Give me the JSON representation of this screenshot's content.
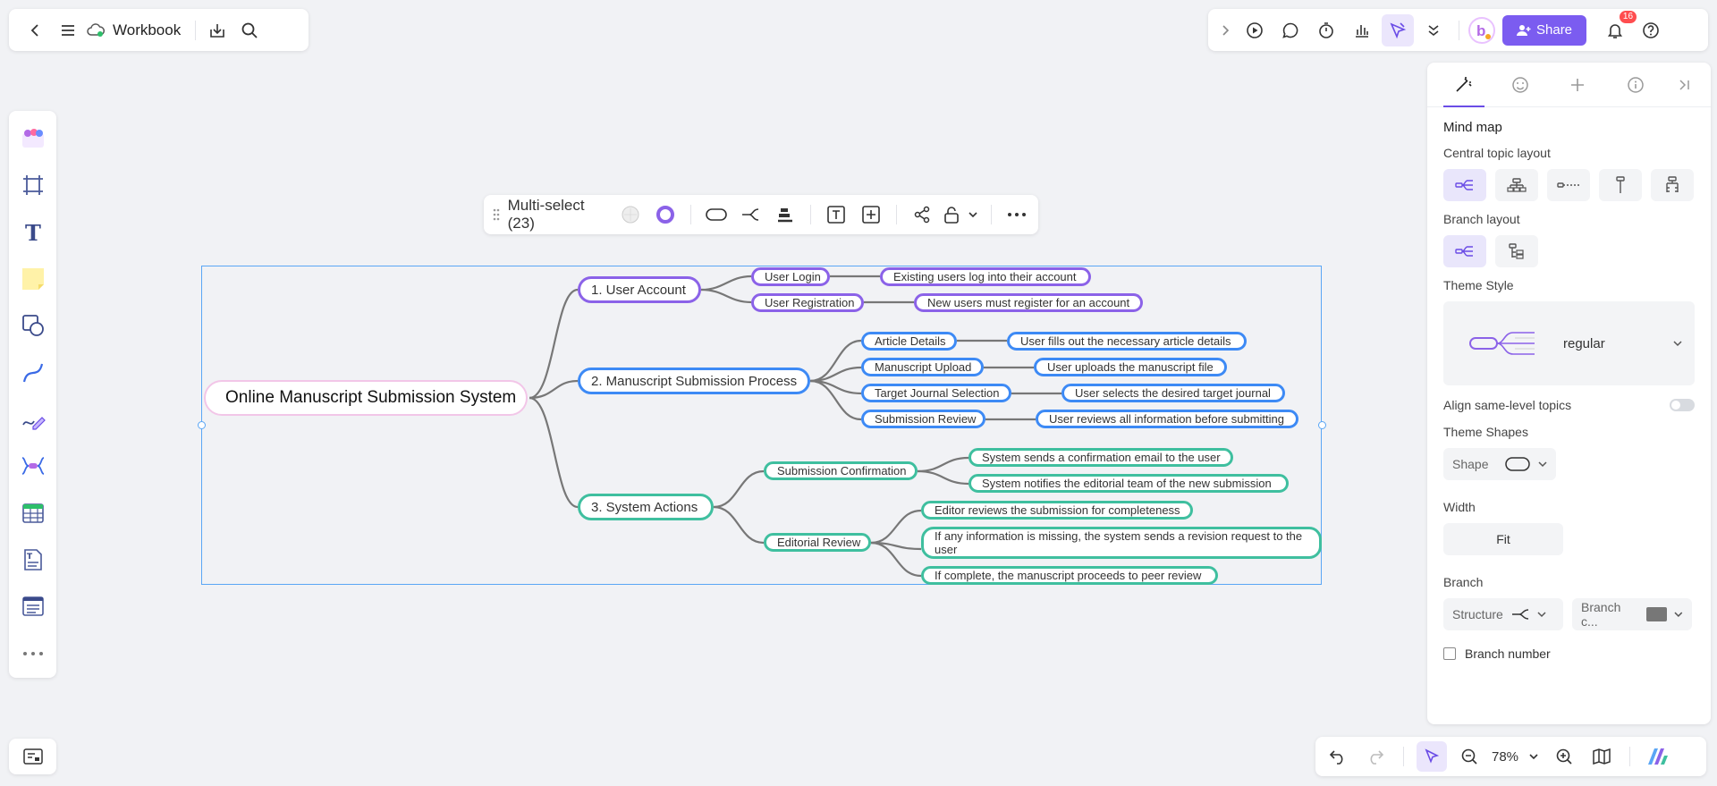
{
  "app": {
    "title": "Workbook"
  },
  "topbar": {
    "share_label": "Share",
    "notif_count": "16"
  },
  "selection_toolbar": {
    "label": "Multi-select (23)"
  },
  "panel": {
    "section_title": "Mind map",
    "central_layout_label": "Central topic layout",
    "branch_layout_label": "Branch layout",
    "theme_style_label": "Theme Style",
    "theme_style_value": "regular",
    "align_label": "Align same-level topics",
    "theme_shapes_label": "Theme Shapes",
    "shape_label": "Shape",
    "width_label": "Width",
    "width_value": "Fit",
    "branch_label": "Branch",
    "structure_label": "Structure",
    "branch_color_label": "Branch c...",
    "branch_number_label": "Branch number",
    "colors": {
      "accent": "#6a4ce6",
      "branch": "#777777"
    }
  },
  "zoom": {
    "value": "78%"
  },
  "mindmap": {
    "root": "Online Manuscript Submission System",
    "branches": [
      {
        "label": "1. User Account",
        "color": "#8b62e8",
        "children": [
          {
            "label": "User Login",
            "detail": "Existing users log into their account"
          },
          {
            "label": "User Registration",
            "detail": "New users must register for an account"
          }
        ]
      },
      {
        "label": "2. Manuscript Submission Process",
        "color": "#3d8af5",
        "children": [
          {
            "label": "Article Details",
            "detail": "User fills out the necessary article details"
          },
          {
            "label": "Manuscript Upload",
            "detail": "User uploads the manuscript file"
          },
          {
            "label": "Target Journal Selection",
            "detail": "User selects the desired target journal"
          },
          {
            "label": "Submission Review",
            "detail": "User reviews all information before submitting"
          }
        ]
      },
      {
        "label": "3. System Actions",
        "color": "#3fbf9f",
        "children": [
          {
            "label": "Submission Confirmation",
            "details": [
              "System sends a confirmation email to the user",
              "System notifies the editorial team of the new submission"
            ]
          },
          {
            "label": "Editorial Review",
            "details": [
              "Editor reviews the submission for completeness",
              "If any information is missing, the system sends a revision request to the user",
              "If complete, the manuscript proceeds to peer review"
            ]
          }
        ]
      }
    ]
  }
}
